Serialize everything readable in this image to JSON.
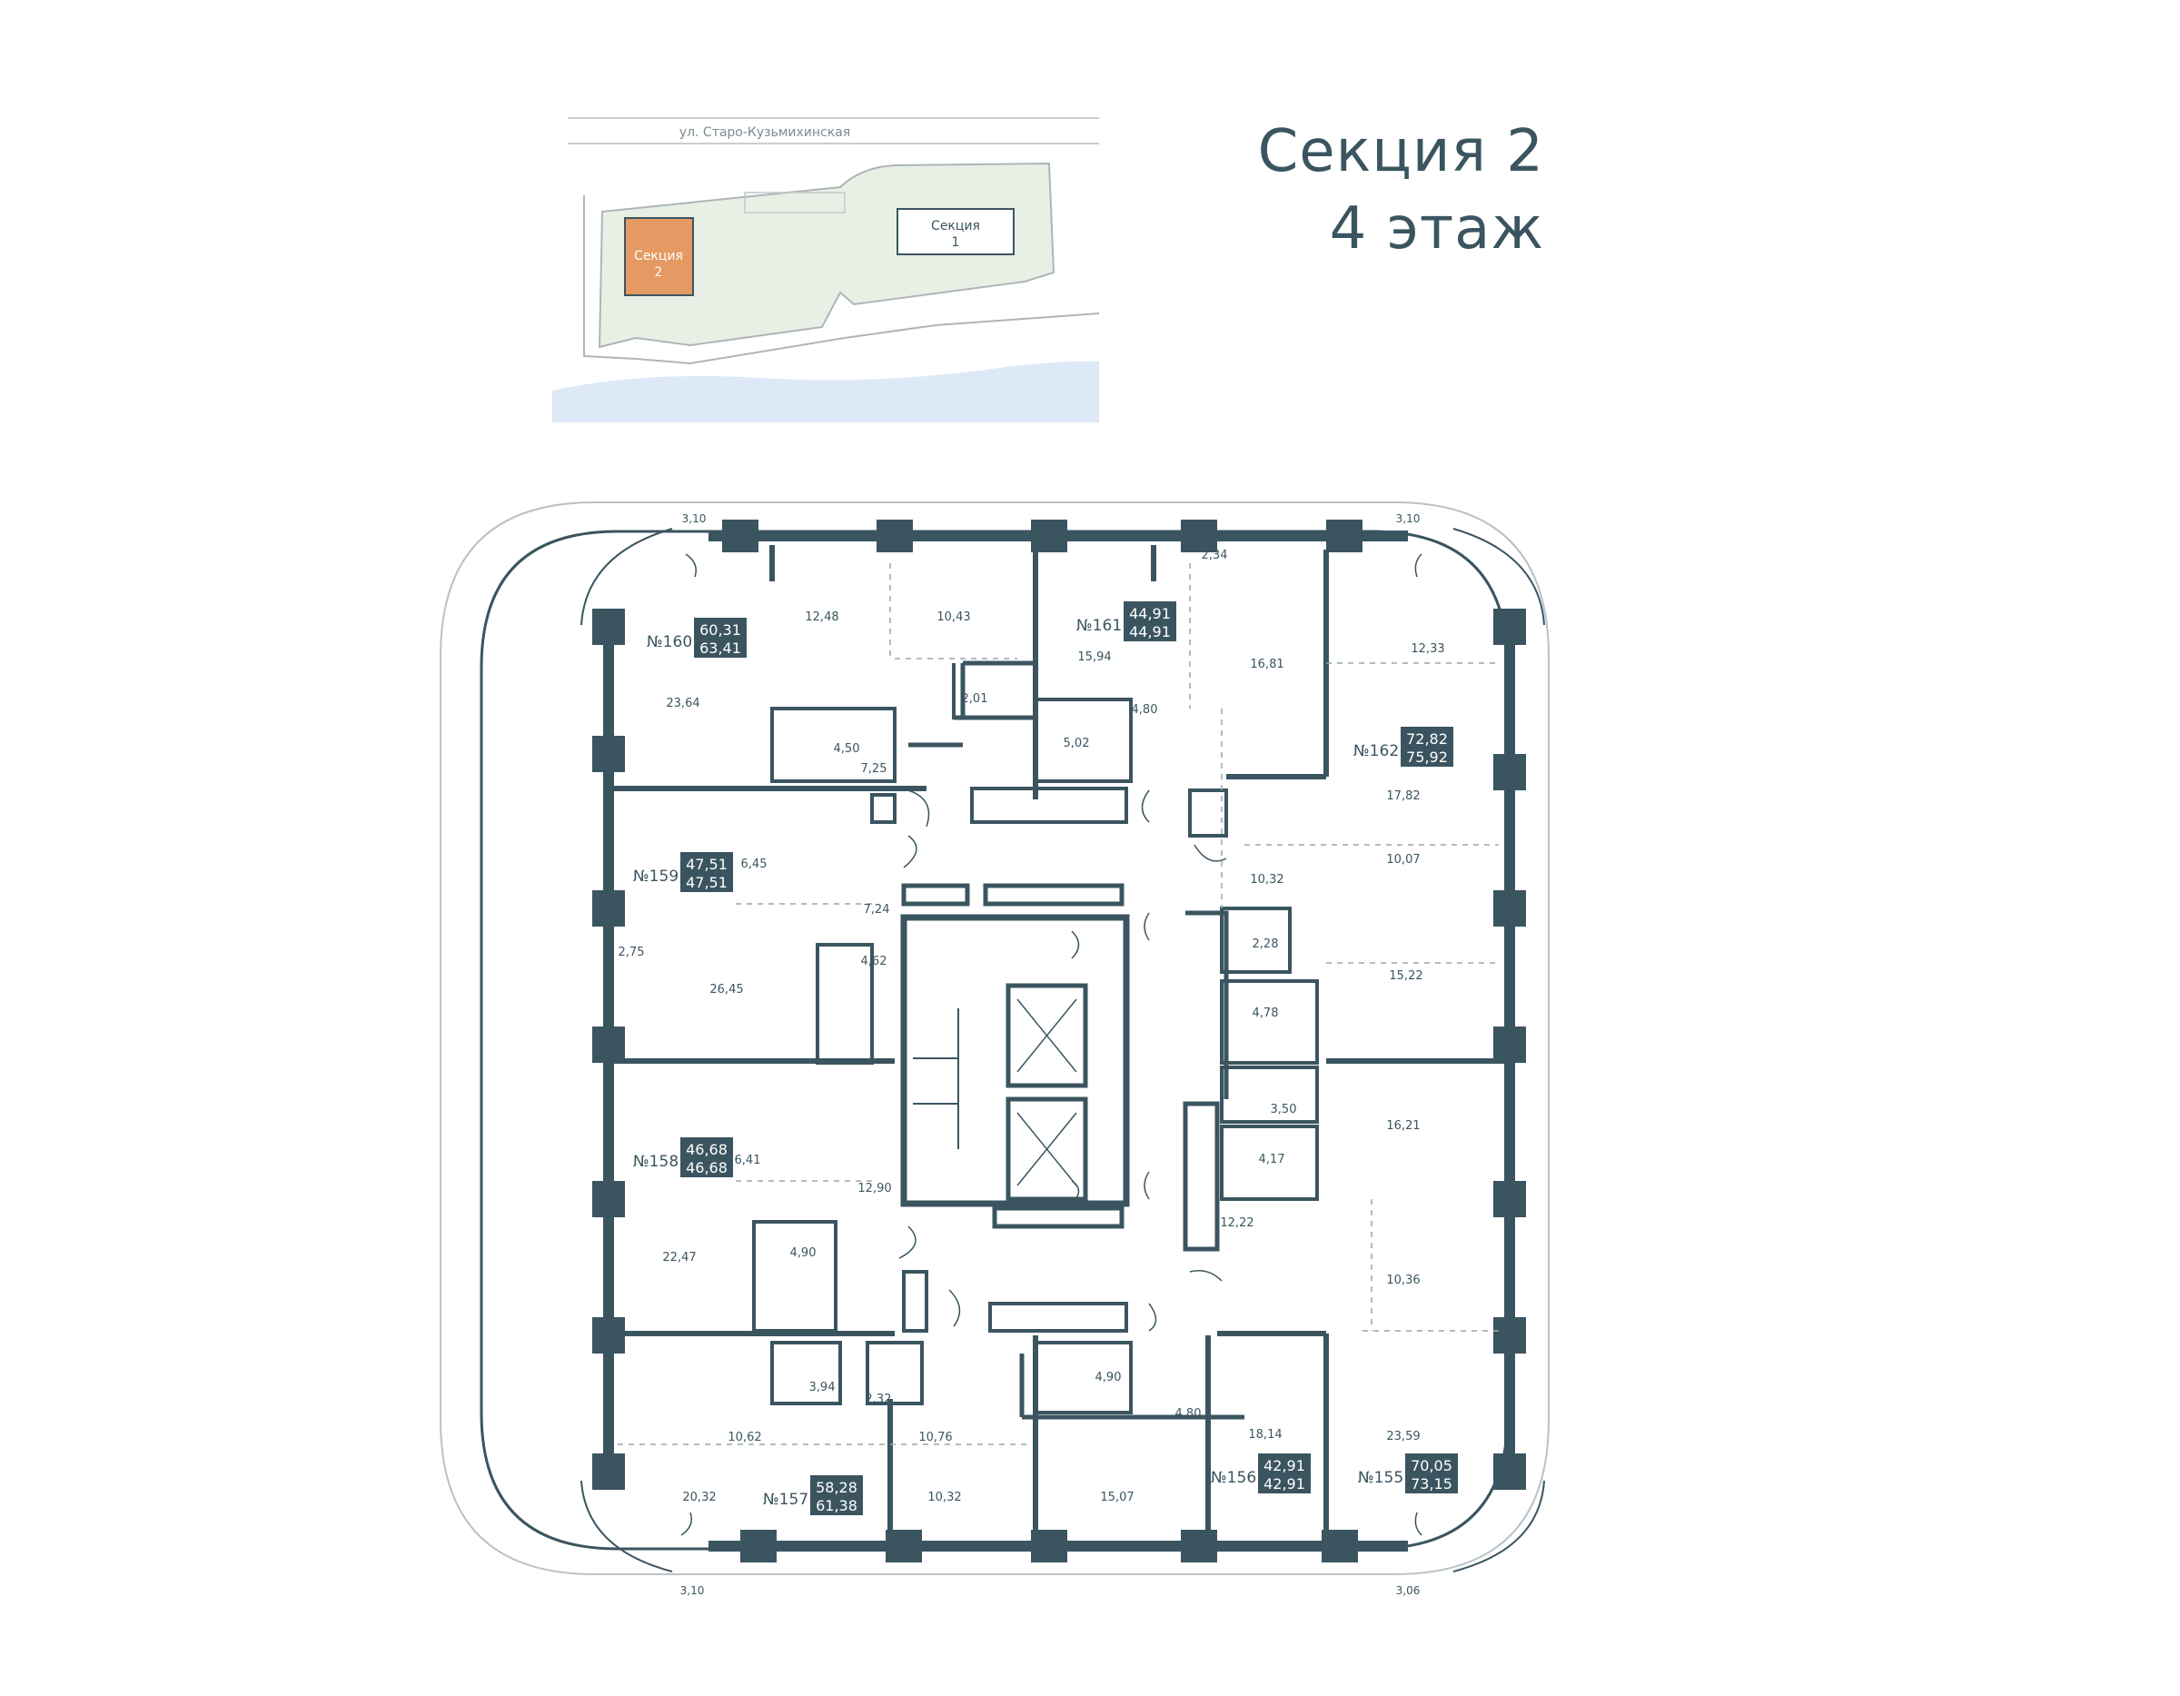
{
  "header": {
    "section_title": "Секция 2",
    "floor_title": "4 этаж"
  },
  "key_plan": {
    "street": "ул. Старо-Кузьмихинская",
    "section_current": [
      "Секция",
      "2"
    ],
    "section_other": [
      "Секция",
      "1"
    ]
  },
  "colors": {
    "wall": "#3b5560",
    "accent": "#e49a62",
    "green": "#e8f0e5",
    "water": "#dde9f6"
  },
  "plan": {
    "balconies": [
      "3,10",
      "3,10",
      "3,10",
      "3,06"
    ],
    "apartments": [
      {
        "number": "№160",
        "area": "60,31",
        "total": "63,41"
      },
      {
        "number": "№161",
        "area": "44,91",
        "total": "44,91"
      },
      {
        "number": "№162",
        "area": "72,82",
        "total": "75,92"
      },
      {
        "number": "№159",
        "area": "47,51",
        "total": "47,51"
      },
      {
        "number": "№158",
        "area": "46,68",
        "total": "46,68"
      },
      {
        "number": "№157",
        "area": "58,28",
        "total": "61,38"
      },
      {
        "number": "№156",
        "area": "42,91",
        "total": "42,91"
      },
      {
        "number": "№155",
        "area": "70,05",
        "total": "73,15"
      }
    ],
    "rooms": [
      "12,48",
      "10,43",
      "23,64",
      "2,01",
      "4,50",
      "7,25",
      "15,94",
      "2,34",
      "16,81",
      "4,80",
      "5,02",
      "12,33",
      "17,82",
      "10,07",
      "6,45",
      "7,24",
      "2,75",
      "26,45",
      "4,62",
      "10,32",
      "2,28",
      "15,22",
      "4,78",
      "3,50",
      "16,21",
      "4,17",
      "6,41",
      "12,90",
      "22,47",
      "4,90",
      "12,22",
      "10,36",
      "3,94",
      "2,32",
      "10,62",
      "10,76",
      "4,90",
      "4,80",
      "18,14",
      "23,59",
      "20,32",
      "10,32",
      "15,07"
    ]
  }
}
